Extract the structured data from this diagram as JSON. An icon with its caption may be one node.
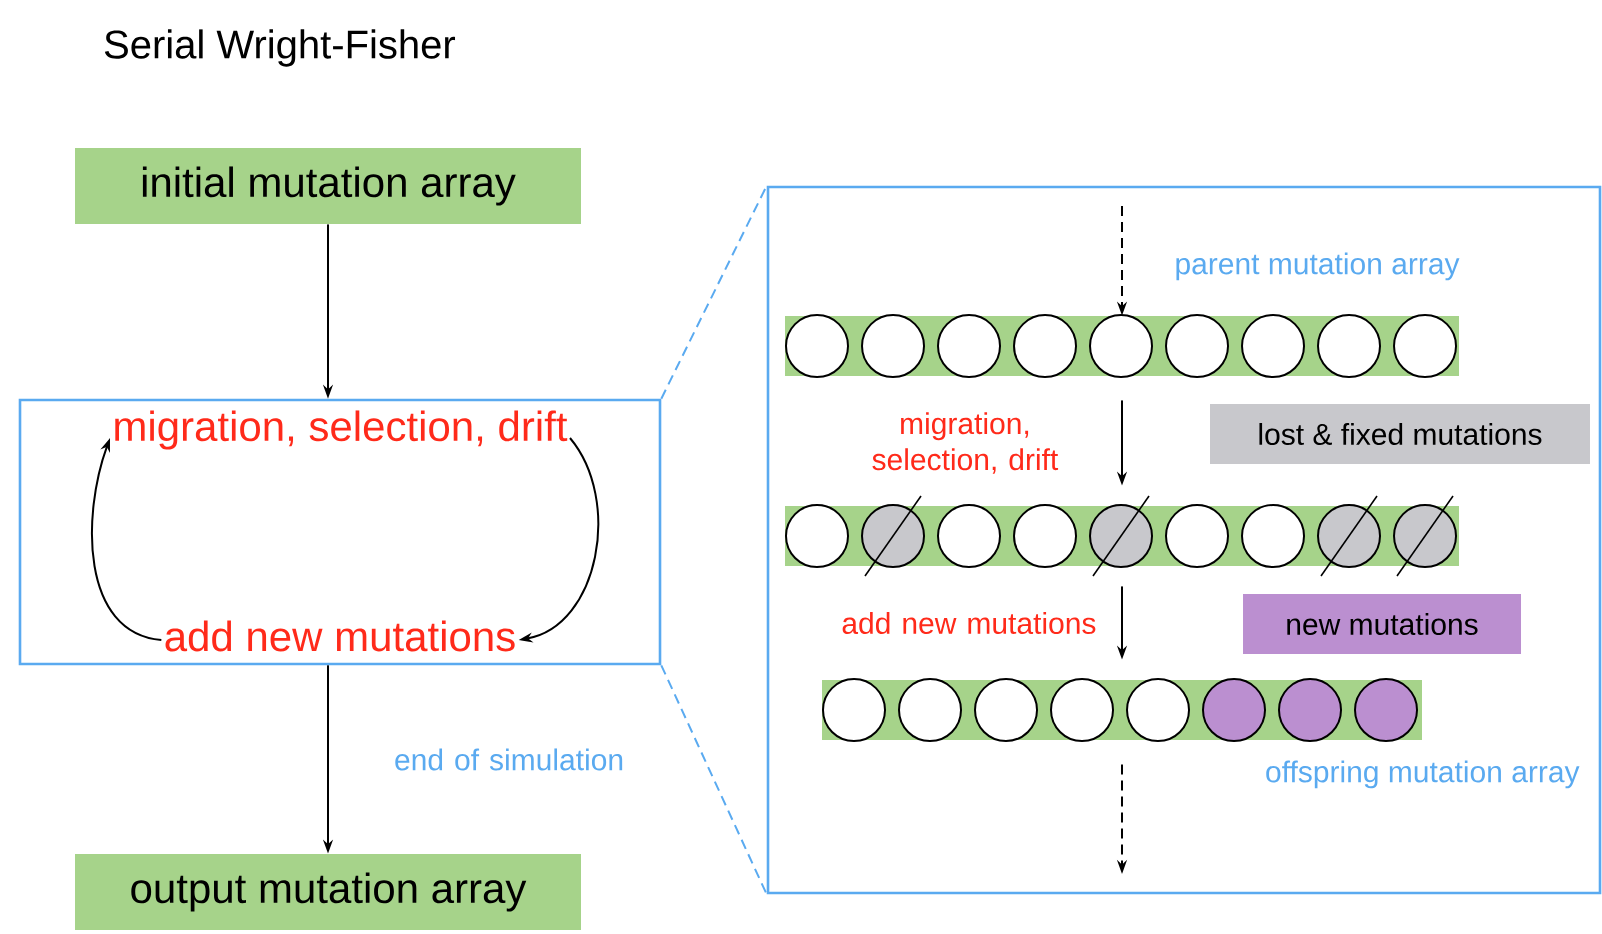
{
  "diagram": {
    "title": "Serial Wright-Fisher",
    "nodes": [
      {
        "text": [
          "initial mutation array"
        ]
      },
      {
        "text": [],
        "shape": "box"
      },
      {
        "text": [
          "migration, selection, drift"
        ],
        "in": 1
      },
      {
        "text": [
          "add new mutations"
        ],
        "in": 1
      },
      {
        "text": [
          "output mutation array"
        ]
      },
      {
        "text": [],
        "shape": "box"
      },
      {
        "text": [],
        "shape": "bar",
        "in": 5,
        "beside": [
          "parent mutation array"
        ]
      },
      {
        "text": [],
        "shape": "bar",
        "in": 5
      },
      {
        "text": [],
        "shape": "bar",
        "in": 5,
        "beside": [
          "offspring mutation array"
        ]
      },
      {
        "text": [
          "lost & fixed mutations"
        ],
        "in": 5
      },
      {
        "text": [
          "new mutations"
        ],
        "in": 5
      }
    ],
    "edges": [
      {
        "from": 0,
        "to": 1,
        "arrow": "to"
      },
      {
        "from": 2,
        "to": 3,
        "arrow": "to"
      },
      {
        "from": 3,
        "to": 2,
        "arrow": "to"
      },
      {
        "from": 1,
        "to": 4,
        "arrow": "to",
        "label": "end of simulation"
      },
      {
        "from": 1,
        "to": 5,
        "arrow": "none",
        "style": "dashed",
        "color": "#5aaaf0"
      },
      {
        "from": 1,
        "to": 5,
        "arrow": "none",
        "style": "dashed",
        "color": "#5aaaf0"
      },
      {
        "from": null,
        "to": 6,
        "arrow": "to",
        "style": "dashed"
      },
      {
        "from": 6,
        "to": 7,
        "arrow": "to",
        "label": "migration, selection, drift"
      },
      {
        "from": 7,
        "to": 8,
        "arrow": "to",
        "label": "add new mutations"
      },
      {
        "from": 8,
        "to": null,
        "arrow": "to",
        "style": "dashed"
      }
    ]
  }
}
